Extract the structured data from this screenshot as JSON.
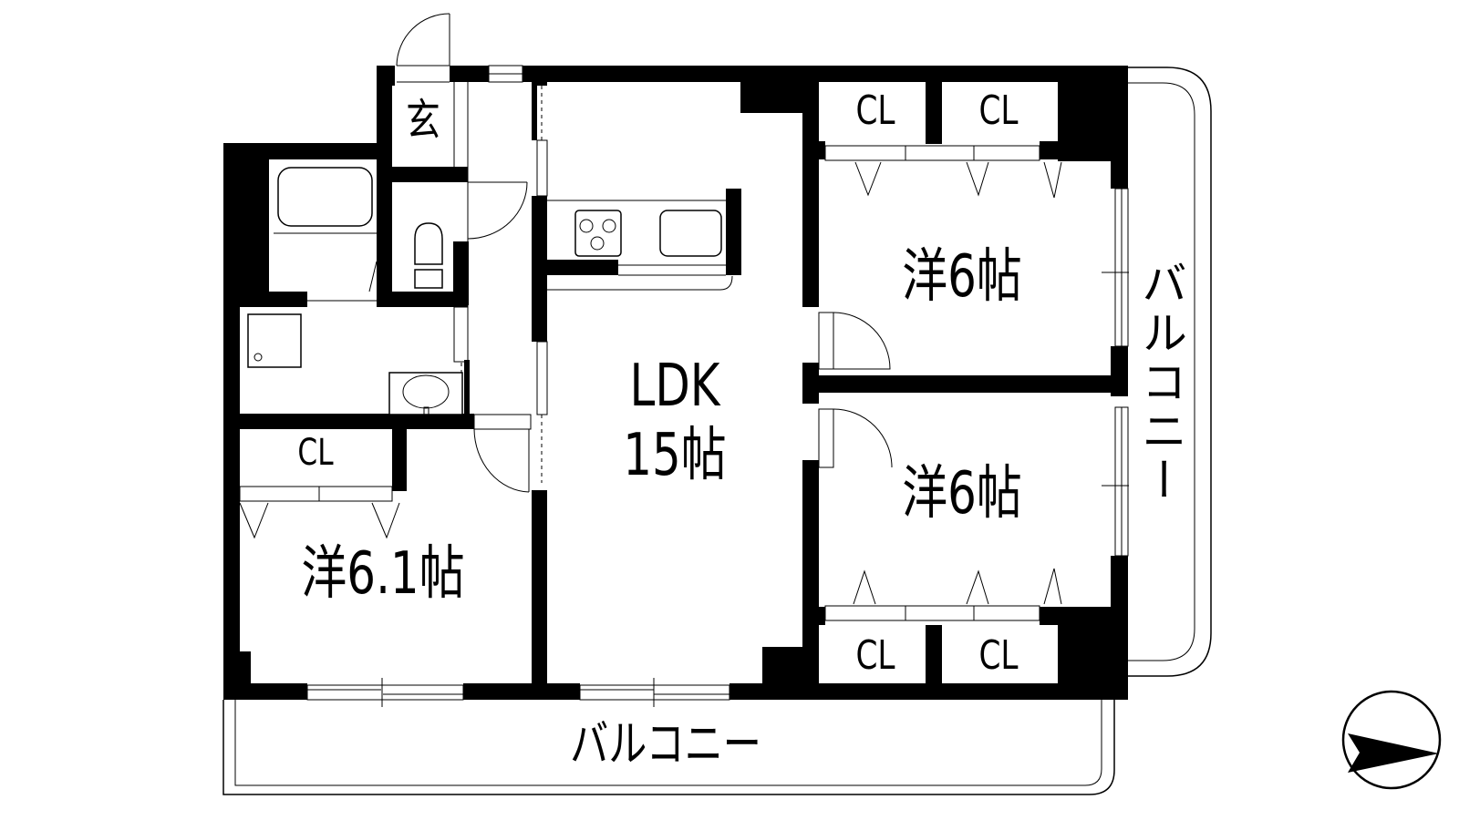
{
  "floor_plan": {
    "layout_type": "3LDK",
    "rooms": [
      {
        "id": "ldk",
        "label_line1": "LDK",
        "label_line2": "15帖",
        "area_jo": 15
      },
      {
        "id": "western-1",
        "label": "洋6帖",
        "area_jo": 6,
        "location": "upper-right"
      },
      {
        "id": "western-2",
        "label": "洋6帖",
        "area_jo": 6,
        "location": "lower-right"
      },
      {
        "id": "western-3",
        "label": "洋6.1帖",
        "area_jo": 6.1,
        "location": "lower-left"
      },
      {
        "id": "entrance",
        "label": "玄"
      }
    ],
    "closets": [
      {
        "id": "cl-top-1",
        "label": "CL"
      },
      {
        "id": "cl-top-2",
        "label": "CL"
      },
      {
        "id": "cl-bottom-1",
        "label": "CL"
      },
      {
        "id": "cl-bottom-2",
        "label": "CL"
      },
      {
        "id": "cl-left",
        "label": "CL"
      }
    ],
    "balconies": [
      {
        "id": "balcony-south",
        "label": "バルコニー"
      },
      {
        "id": "balcony-east",
        "label": "バルコニー"
      }
    ],
    "fixtures": [
      "bathtub",
      "toilet",
      "washbasin",
      "washing-machine-pan",
      "kitchen-stove",
      "kitchen-sink"
    ],
    "compass": {
      "icon": "north-arrow-icon",
      "direction": "east"
    }
  }
}
